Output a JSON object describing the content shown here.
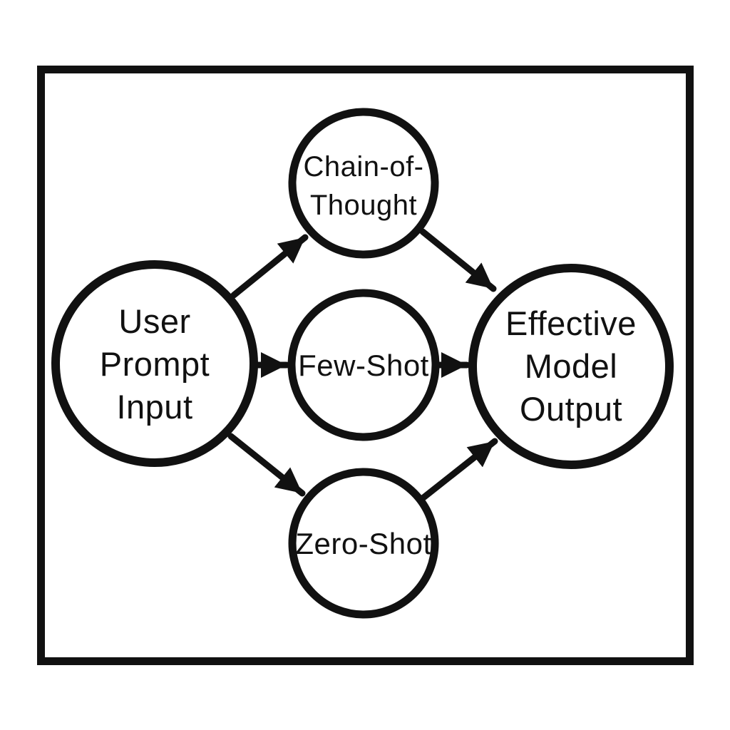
{
  "diagram_type": "flow-diagram",
  "colors": {
    "stroke": "#111111",
    "background": "#ffffff"
  },
  "nodes": [
    {
      "id": "user-prompt-input",
      "lines": [
        "User",
        "Prompt",
        "Input"
      ]
    },
    {
      "id": "chain-of-thought",
      "lines": [
        "Chain-of-",
        "Thought"
      ]
    },
    {
      "id": "few-shot",
      "lines": [
        "Few-Shot"
      ]
    },
    {
      "id": "zero-shot",
      "lines": [
        "Zero-Shot"
      ]
    },
    {
      "id": "effective-model-output",
      "lines": [
        "Effective",
        "Model",
        "Output"
      ]
    }
  ],
  "edges": [
    {
      "from": "user-prompt-input",
      "to": "chain-of-thought"
    },
    {
      "from": "user-prompt-input",
      "to": "few-shot"
    },
    {
      "from": "user-prompt-input",
      "to": "zero-shot"
    },
    {
      "from": "chain-of-thought",
      "to": "effective-model-output"
    },
    {
      "from": "few-shot",
      "to": "effective-model-output"
    },
    {
      "from": "zero-shot",
      "to": "effective-model-output"
    }
  ]
}
